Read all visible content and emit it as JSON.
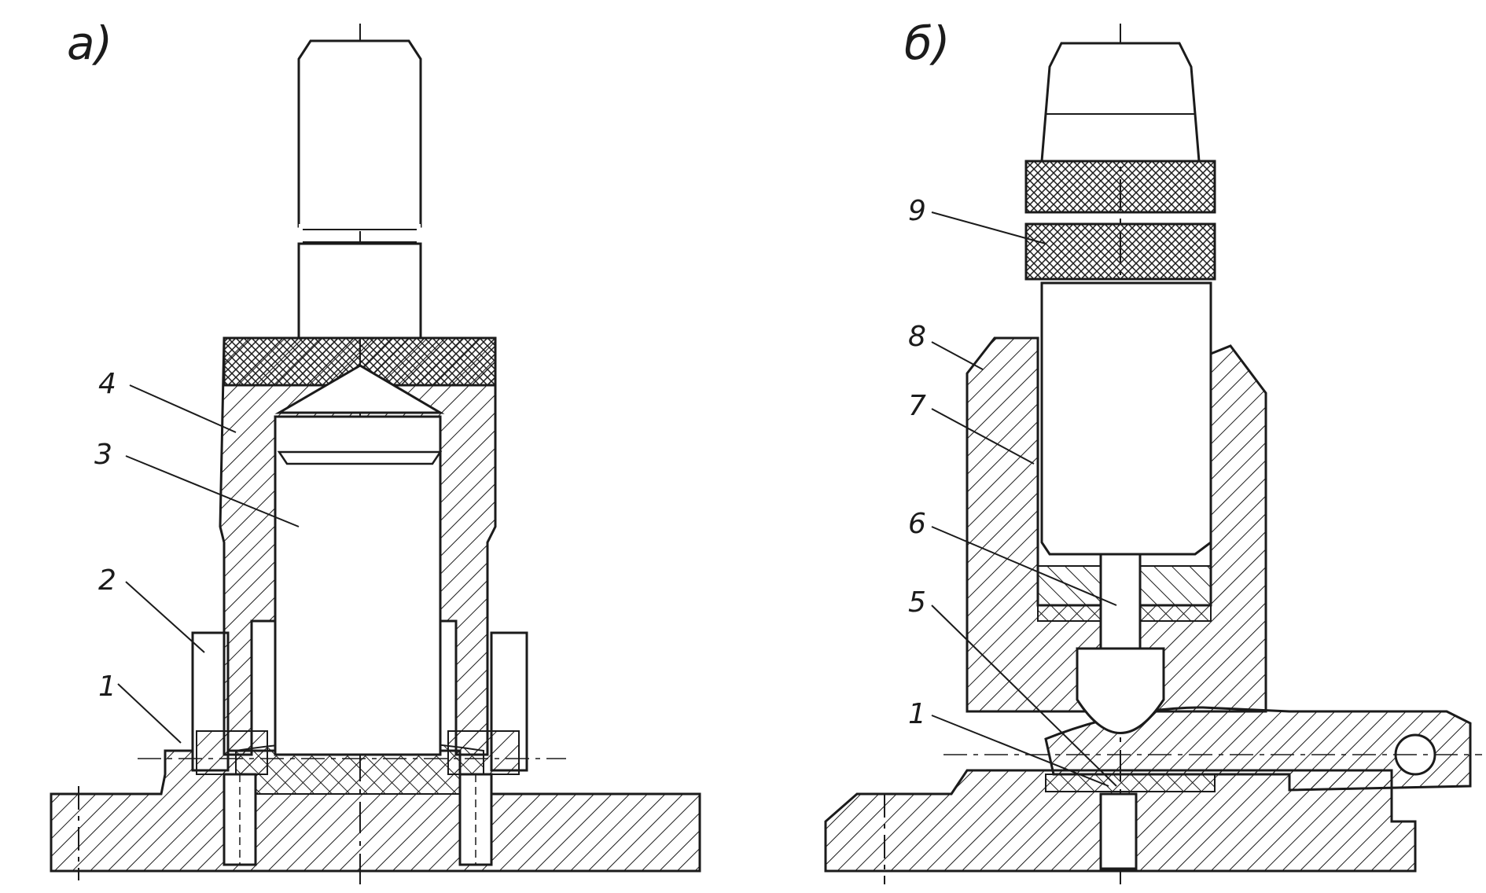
{
  "views": {
    "a": {
      "label": "а)"
    },
    "b": {
      "label": "б)"
    }
  },
  "callouts_a": [
    "4",
    "3",
    "2",
    "1"
  ],
  "callouts_b": [
    "9",
    "8",
    "7",
    "6",
    "5",
    "1"
  ],
  "colors": {
    "ink": "#1b1b1b",
    "paper": "#ffffff"
  }
}
